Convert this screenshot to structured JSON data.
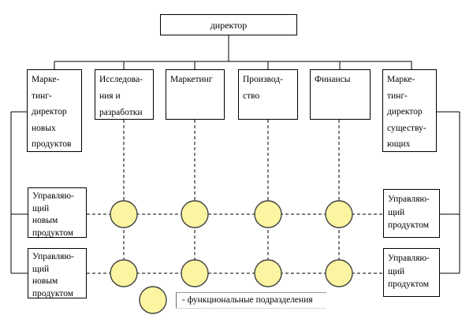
{
  "diagram": {
    "title_hint": "matrix organisational structure",
    "line_color": "#000000",
    "box_border_color": "#000000",
    "background": "#ffffff"
  },
  "director": {
    "label": "директор"
  },
  "functional_row": [
    {
      "id": "marketing-director-new-products",
      "text": "Марке-\nтинг-\nдиректор\nновых\nпродуктов"
    },
    {
      "id": "research-and-development",
      "text": "Исследова-\nния и\nразработки"
    },
    {
      "id": "marketing",
      "text": "Маркетинг"
    },
    {
      "id": "production",
      "text": "Производ-\nство"
    },
    {
      "id": "finance",
      "text": "Финансы"
    },
    {
      "id": "marketing-director-existing",
      "text": "Марке-\nтинг-\nдиректор\nсуществу-\nющих"
    }
  ],
  "left_managers": [
    {
      "id": "new-product-manager-1",
      "text": "Управляю-\nщий\nновым\nпродуктом"
    },
    {
      "id": "new-product-manager-2",
      "text": "Управляю-\nщий\nновым\nпродуктом"
    }
  ],
  "right_managers": [
    {
      "id": "product-manager-1",
      "text": "Управляю-\nщий\nпродуктом"
    },
    {
      "id": "product-manager-2",
      "text": "Управляю-\nщий\nпродуктом"
    }
  ],
  "circles": {
    "fill": "#FBF5A2",
    "stroke": "#3f3f3f",
    "meaning": "функциональные подразделения"
  },
  "legend": {
    "text": "- функциональные  подразделения"
  }
}
